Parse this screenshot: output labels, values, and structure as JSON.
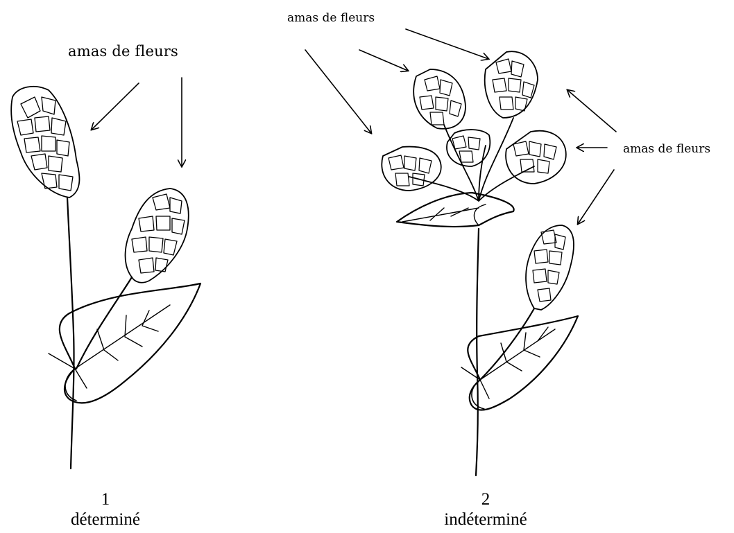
{
  "labels": {
    "plant1_cluster": "amas de fleurs",
    "plant2_top": "amas de fleurs",
    "plant2_right": "amas de fleurs"
  },
  "captions": {
    "plant1": {
      "number": "1",
      "text": "déterminé"
    },
    "plant2": {
      "number": "2",
      "text": "indéterminé"
    }
  },
  "colors": {
    "ink": "#000000",
    "background": "#ffffff"
  }
}
